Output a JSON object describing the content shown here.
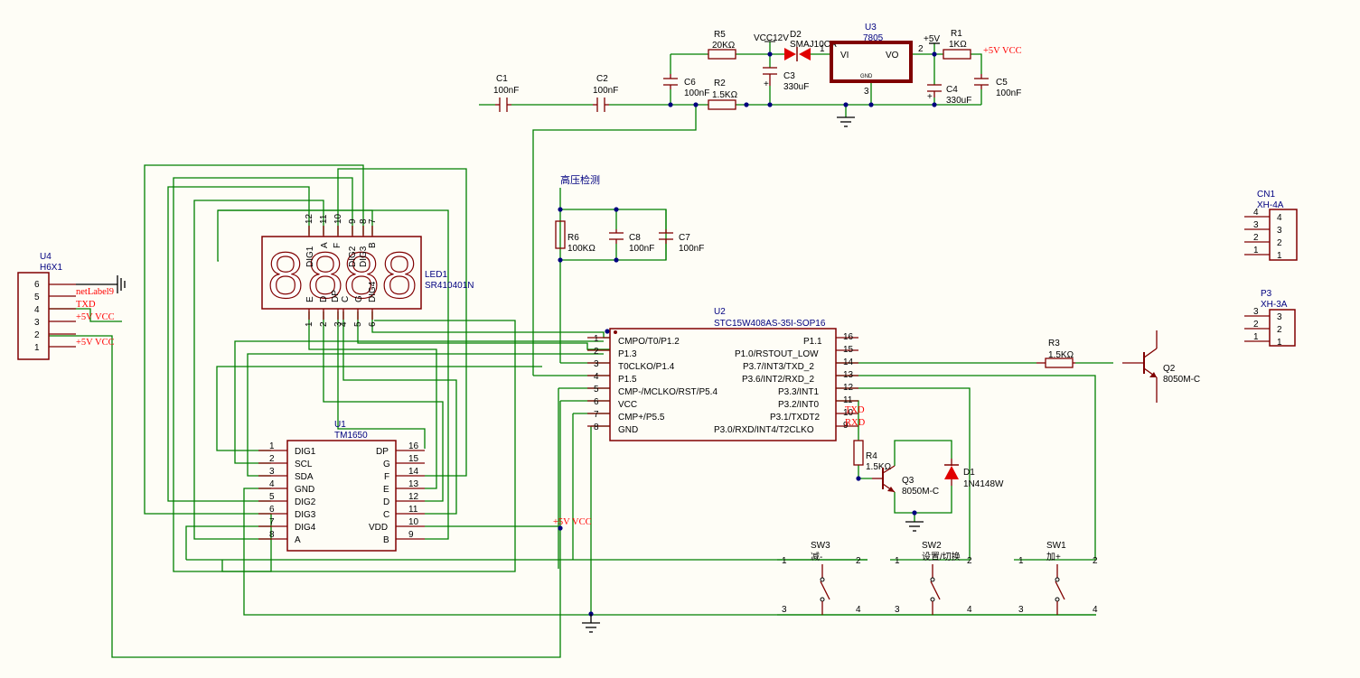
{
  "labels": {
    "u4_ref": "U4",
    "u4_val": "H6X1",
    "u4_pins": [
      "6",
      "5",
      "4",
      "3",
      "2",
      "1"
    ],
    "u4_nets": [
      "netLabel9",
      "TXD",
      "+5V VCC",
      "+5V VCC"
    ],
    "led_ref": "LED1",
    "led_val": "SR410401N",
    "led_top_pins": [
      "12",
      "11",
      "10",
      "9",
      "8",
      "7"
    ],
    "led_bot_pins": [
      "1",
      "2",
      "3",
      "4",
      "5",
      "6"
    ],
    "led_top_names": [
      "DIG1",
      "A",
      "F",
      "DIG2",
      "DIG3",
      "B"
    ],
    "led_bot_names": [
      "E",
      "D",
      "DP",
      "C",
      "G",
      "DIG4"
    ],
    "tm_ref": "U1",
    "tm_val": "TM1650",
    "tm_left_pins": [
      "1",
      "2",
      "3",
      "4",
      "5",
      "6",
      "7",
      "8"
    ],
    "tm_left_names": [
      "DIG1",
      "SCL",
      "SDA",
      "GND",
      "DIG2",
      "DIG3",
      "DIG4",
      "A"
    ],
    "tm_right_pins": [
      "16",
      "15",
      "14",
      "13",
      "12",
      "11",
      "10",
      "9"
    ],
    "tm_right_names": [
      "DP",
      "G",
      "F",
      "E",
      "D",
      "C",
      "VDD",
      "B"
    ],
    "mcu_ref": "U2",
    "mcu_val": "STC15W408AS-35I-SOP16",
    "mcu_left_pins": [
      "1",
      "2",
      "3",
      "4",
      "5",
      "6",
      "7",
      "8"
    ],
    "mcu_left_names": [
      "CMPO/T0/P1.2",
      "P1.3",
      "T0CLKO/P1.4",
      "P1.5",
      "CMP-/MCLKO/RST/P5.4",
      "VCC",
      "CMP+/P5.5",
      "GND"
    ],
    "mcu_right_pins": [
      "16",
      "15",
      "14",
      "13",
      "12",
      "11",
      "10",
      "9"
    ],
    "mcu_right_names": [
      "P1.1",
      "P1.0/RSTOUT_LOW",
      "P3.7/INT3/TXD_2",
      "P3.6/INT2/RXD_2",
      "P3.3/INT1",
      "P3.2/INT0",
      "P3.1/TXDT2",
      "P3.0/RXD/INT4/T2CLKO"
    ],
    "mcu_net_txd": "TXD",
    "mcu_net_rxd": "RXD",
    "vcc_net_tm": "+5V VCC",
    "vcc_net_r1": "+5V VCC",
    "c1_ref": "C1",
    "c1_val": "100nF",
    "c2_ref": "C2",
    "c2_val": "100nF",
    "c6_ref": "C6",
    "c6_val": "100nF",
    "r5_ref": "R5",
    "r5_val": "20KΩ",
    "r2_ref": "R2",
    "r2_val": "1.5KΩ",
    "vcc12_net": "VCC12V",
    "d2_ref": "D2",
    "d2_val": "SMAJ10CA",
    "c3_ref": "C3",
    "c3_val": "330uF",
    "u3_ref": "U3",
    "u3_val": "7805",
    "u3_vi": "VI",
    "u3_vo": "VO",
    "u3_gnd": "GND",
    "u3_pin1": "1",
    "u3_pin2": "2",
    "u3_pin3": "3",
    "plus5v_net": "+5V",
    "r1_ref": "R1",
    "r1_val": "1KΩ",
    "c4_ref": "C4",
    "c4_val": "330uF",
    "c5_ref": "C5",
    "c5_val": "100nF",
    "hv_label": "高压检测",
    "r6_ref": "R6",
    "r6_val": "100KΩ",
    "c8_ref": "C8",
    "c8_val": "100nF",
    "c7_ref": "C7",
    "c7_val": "100nF",
    "r3_ref": "R3",
    "r3_val": "1.5KΩ",
    "q2_ref": "Q2",
    "q2_val": "8050M-C",
    "r4_ref": "R4",
    "r4_val": "1.5KΩ",
    "q3_ref": "Q3",
    "q3_val": "8050M-C",
    "d1_ref": "D1",
    "d1_val": "1N4148W",
    "cn1_ref": "CN1",
    "cn1_val": "XH-4A",
    "cn1_pins": [
      "4",
      "3",
      "2",
      "1"
    ],
    "p3_ref": "P3",
    "p3_val": "XH-3A",
    "p3_pins": [
      "3",
      "2",
      "1"
    ],
    "sw3_ref": "SW3",
    "sw3_val": "减-",
    "sw2_ref": "SW2",
    "sw2_val": "设置/切换",
    "sw1_ref": "SW1",
    "sw1_val": "加+",
    "sw_pins": [
      "1",
      "2",
      "3",
      "4"
    ]
  },
  "colors": {
    "wire": "#008000",
    "part": "#800000",
    "text": "#000080",
    "net": "#ff0000"
  }
}
